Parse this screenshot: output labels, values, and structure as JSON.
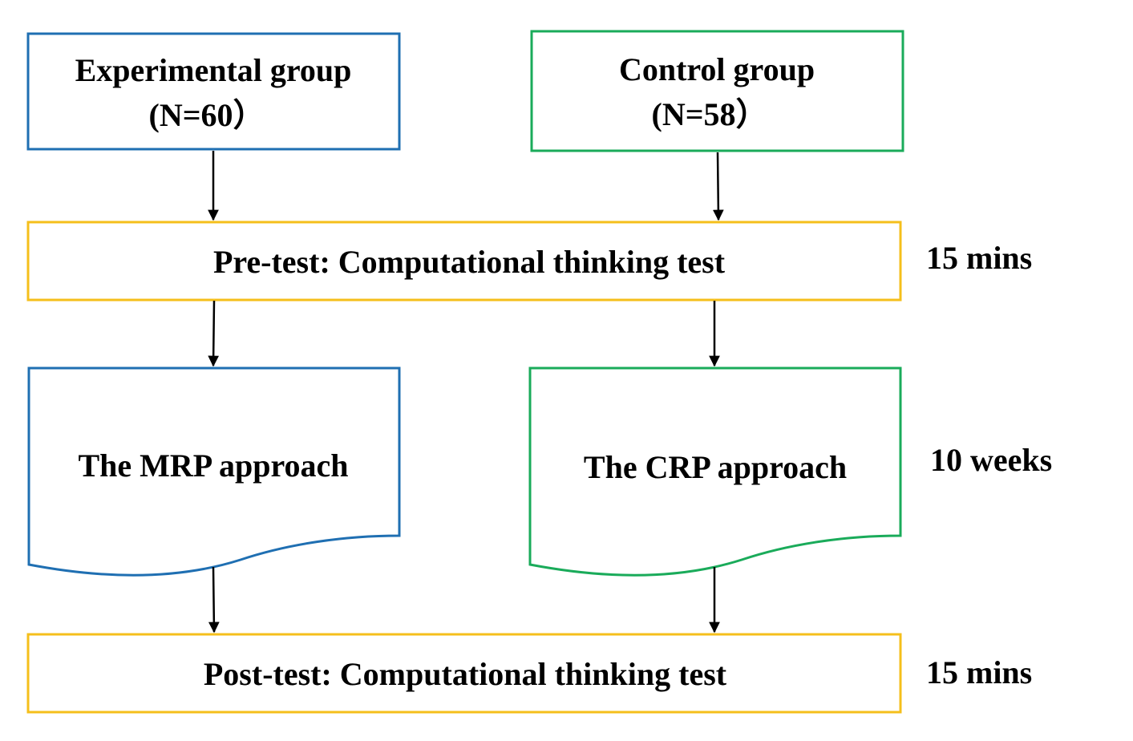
{
  "colors": {
    "experimental": "#1f6fb2",
    "control": "#1aab5a",
    "test": "#f5bf1b",
    "arrow": "#000000",
    "text": "#000000",
    "background": "#ffffff"
  },
  "experimental_group": {
    "name": "Experimental group",
    "n": "(N=60）"
  },
  "control_group": {
    "name": "Control group",
    "n": "(N=58）"
  },
  "pretest": {
    "label": "Pre-test: Computational thinking test",
    "duration": "15 mins"
  },
  "treatment": {
    "experimental_label": "The MRP approach",
    "control_label": "The CRP approach",
    "duration": "10 weeks"
  },
  "posttest": {
    "label": "Post-test: Computational thinking test",
    "duration": "15 mins"
  }
}
